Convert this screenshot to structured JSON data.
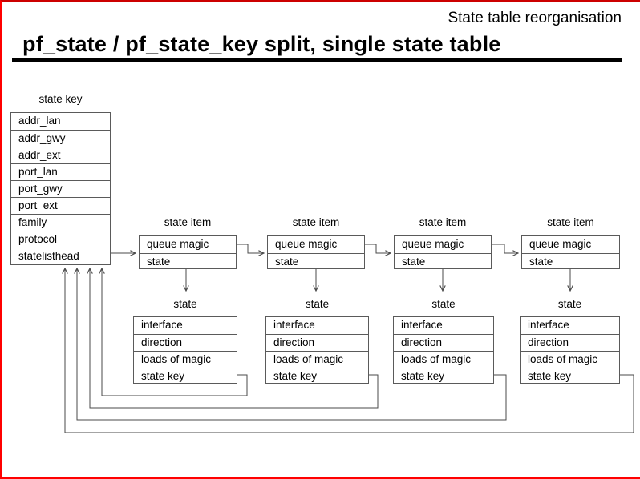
{
  "slide": {
    "corner_title": "State table reorganisation",
    "heading": "pf_state / pf_state_key split, single state table",
    "colors": {
      "border_accent": "#ff0000",
      "underline": "#000000",
      "diagram_lines": "#4a4a4a",
      "text": "#000000",
      "background": "#ffffff"
    }
  },
  "state_key_table": {
    "label": "state key",
    "rows": [
      "addr_lan",
      "addr_gwy",
      "addr_ext",
      "port_lan",
      "port_gwy",
      "port_ext",
      "family",
      "protocol",
      "statelisthead"
    ]
  },
  "state_item": {
    "label": "state item",
    "count": 4,
    "rows": [
      "queue magic",
      "state"
    ]
  },
  "state": {
    "label": "state",
    "count": 4,
    "rows": [
      "interface",
      "direction",
      "loads of magic",
      "state key"
    ]
  }
}
